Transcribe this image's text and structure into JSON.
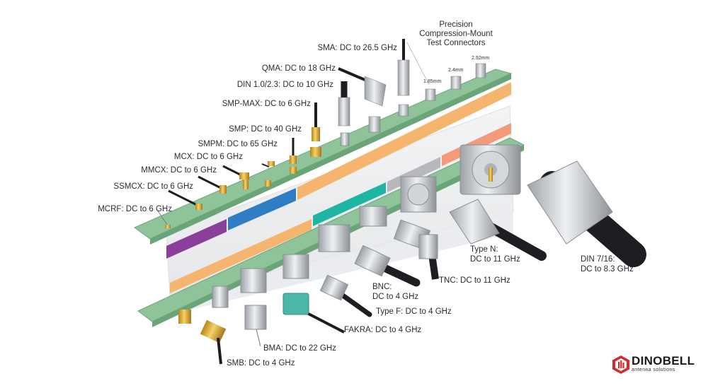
{
  "title": {
    "line1": "Precision",
    "line2": "Compression-Mount",
    "line3": "Test Connectors"
  },
  "precision_sizes": [
    "1.85mm",
    "2.4mm",
    "2.92mm"
  ],
  "top_rail_labels": [
    "SMA: DC to 26.5 GHz",
    "QMA: DC to 18 GHz",
    "DIN 1.0/2.3: DC to 10 GHz",
    "SMP-MAX: DC to 6 GHz",
    "SMP: DC to 40 GHz",
    "SMPM: DC to 65 GHz",
    "MCX: DC to 6 GHz",
    "MMCX: DC to 6 GHz",
    "SSMCX: DC to 6 GHz",
    "MCRF: DC to 6 GHz"
  ],
  "bottom_rail_labels": {
    "type_n_1": "Type N:",
    "type_n_2": "DC to 11 GHz",
    "din716_1": "DIN 7/16:",
    "din716_2": "DC to 8.3 GHz",
    "tnc": "TNC: DC to 11 GHz",
    "bnc_1": "BNC:",
    "bnc_2": "DC to 4 GHz",
    "type_f": "Type F: DC to 4 GHz",
    "fakra": "FAKRA: DC to 4 GHz",
    "bma": "BMA: DC to 22 GHz",
    "smb": "SMB: DC to 4 GHz"
  },
  "logo": {
    "name": "DINOBELL",
    "tagline": "antenna solutions"
  },
  "colors": {
    "rail_green": "#8fc49a",
    "rail_edge": "#6aa57a",
    "band_orange": "#f5b56e",
    "band_blue": "#2f7dc4",
    "band_purple": "#8a3f9a",
    "band_teal": "#1fb5a3",
    "band_salmon": "#f29a7a",
    "band_gray": "#b8b8bc",
    "connector_gold": "#e0b23a",
    "connector_silver": "#c9ccd0",
    "cable_black": "#1e1e22",
    "fakra_teal": "#4ab7a9",
    "logo_red": "#d62a2a"
  }
}
